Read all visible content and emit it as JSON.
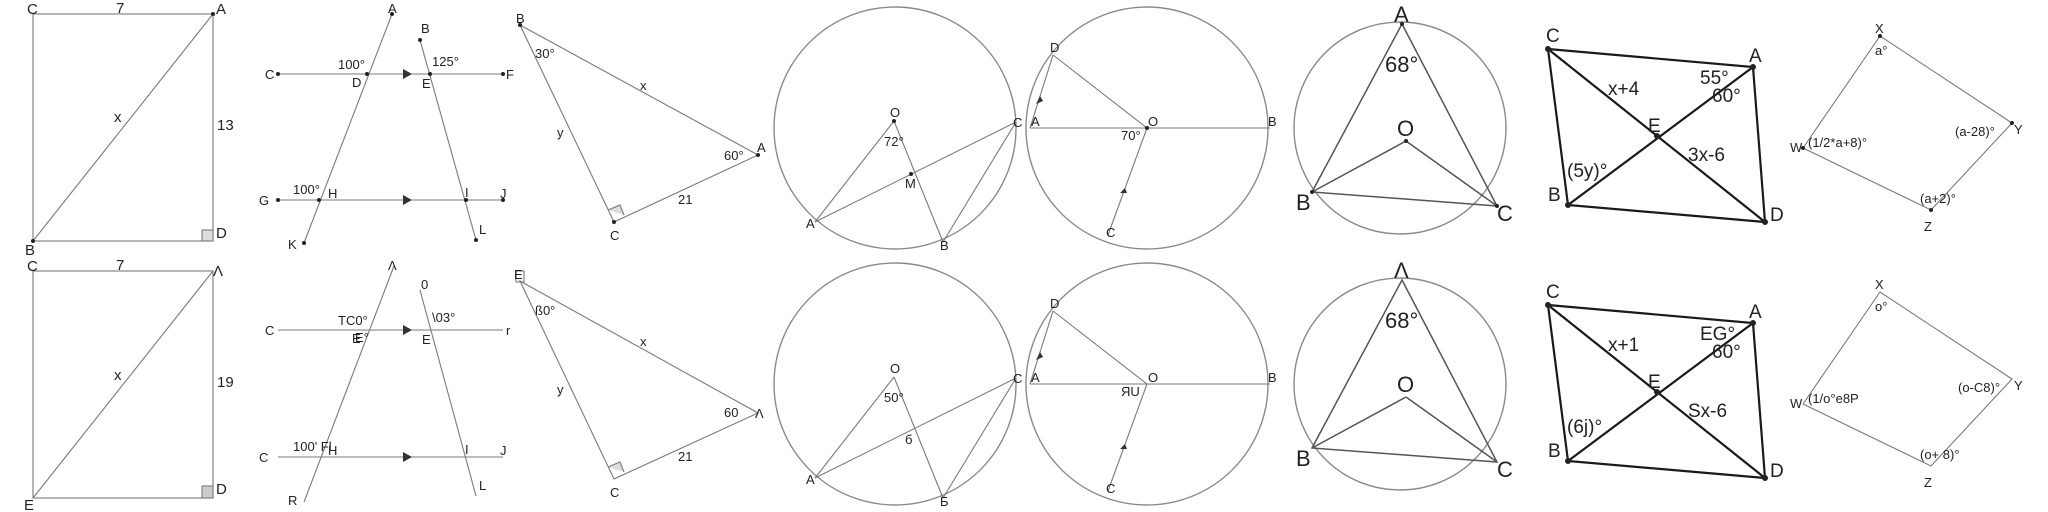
{
  "top": {
    "rectangle": {
      "vertices": [
        "C",
        "A",
        "B",
        "D"
      ],
      "side_top": "7",
      "side_right": "13",
      "diagonal": "x"
    },
    "parallels": {
      "points": [
        "A",
        "B",
        "C",
        "D",
        "E",
        "F",
        "G",
        "H",
        "I",
        "J",
        "K",
        "L"
      ],
      "angle_cd": "100°",
      "angle_e": "125°",
      "angle_gh": "100°"
    },
    "right_triangle": {
      "vertices": [
        "B",
        "A",
        "C"
      ],
      "angle_b": "30°",
      "angle_a": "60°",
      "side_ba": "x",
      "side_bc": "y",
      "side_ca": "21"
    },
    "circle_a": {
      "center": "O",
      "angle": "72°",
      "points": [
        "A",
        "B",
        "C",
        "M"
      ]
    },
    "circle_b": {
      "points": [
        "D",
        "A",
        "O",
        "B",
        "C"
      ],
      "angle": "70°"
    },
    "circle_c": {
      "points": [
        "A",
        "O",
        "B",
        "C"
      ],
      "angle": "68°"
    },
    "kite": {
      "points": [
        "C",
        "A",
        "E",
        "B",
        "D"
      ],
      "expr_ce": "x+4",
      "angle_a1": "55°",
      "angle_a2": "60°",
      "angle_b": "(5y)°",
      "expr_ed": "3x-6"
    },
    "quad": {
      "points": [
        "X",
        "W",
        "Y",
        "Z"
      ],
      "angle_x": "a°",
      "angle_w": "(1/2*a+8)°",
      "angle_y": "(a-28)°",
      "angle_z": "(a+2)°"
    }
  },
  "bottom": {
    "rectangle": {
      "vertices": [
        "C",
        "Λ",
        "E",
        "D"
      ],
      "side_top": "7",
      "side_right": "19",
      "diagonal": "x"
    },
    "parallels": {
      "points": [
        "Λ",
        "0",
        "C",
        "E",
        "E",
        "r",
        "C",
        "H",
        "I",
        "J",
        "R",
        "L"
      ],
      "angle_cd": "TC0°",
      "angle_e": "\\03°",
      "angle_gh": "100' Fl",
      "angle_small": "E°"
    },
    "right_triangle": {
      "vertices": [
        "E",
        "Λ",
        "C"
      ],
      "angle_b": "ß0°",
      "angle_a": "60",
      "side_ba": "x",
      "side_bc": "y",
      "side_ca": "21"
    },
    "circle_a": {
      "center": "O",
      "angle": "50°",
      "points": [
        "A",
        "Б",
        "C",
        "б"
      ]
    },
    "circle_b": {
      "points": [
        "D",
        "A",
        "O",
        "B",
        "C"
      ],
      "angle": "ЯU"
    },
    "circle_c": {
      "points": [
        "Λ",
        "O",
        "B",
        "C"
      ],
      "angle": "68°"
    },
    "kite": {
      "points": [
        "C",
        "A",
        "E",
        "B",
        "D"
      ],
      "expr_ce": "x+1",
      "angle_a1": "EG°",
      "angle_a2": "60°",
      "angle_b": "(6j)°",
      "expr_ed": "Sx-6"
    },
    "quad": {
      "points": [
        "X",
        "W",
        "Y",
        "Z"
      ],
      "angle_x": "o°",
      "angle_w": "(1/o°e8P",
      "angle_y": "(o-C8)°",
      "angle_z": "(o+ 8)°"
    }
  }
}
